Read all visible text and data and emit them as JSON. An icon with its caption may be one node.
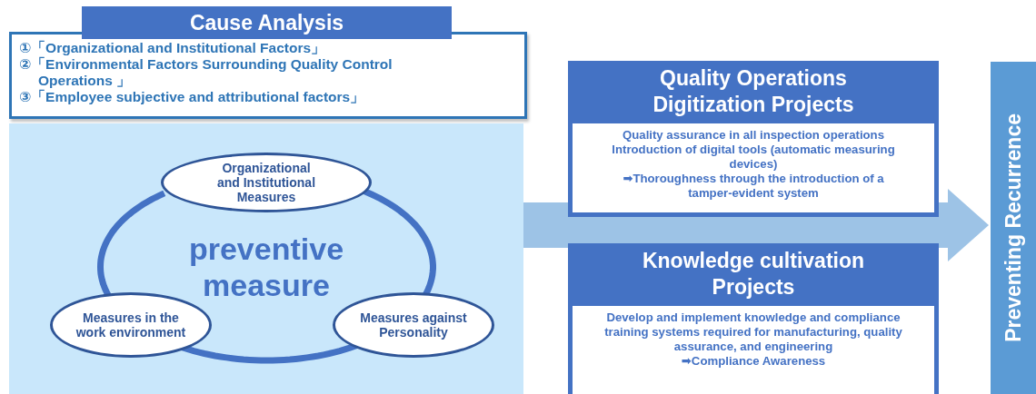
{
  "diagram": {
    "nodes": [
      {
        "text": [
          "Cause Analysis",
          "①「Organizational and Institutional Factors」",
          "②「Environmental Factors Surrounding Quality Control Operations 」",
          "③「Employee subjective and attributional factors」"
        ]
      },
      {
        "text": [],
        "shape": "box"
      },
      {
        "text": [
          "preventive measure"
        ],
        "in": 1
      },
      {
        "text": [
          "Organizational and Institutional Measures"
        ],
        "in": 1
      },
      {
        "text": [
          "Measures in the work environment"
        ],
        "in": 1
      },
      {
        "text": [
          "Measures against Personality"
        ],
        "in": 1
      },
      {
        "text": [
          "Quality Operations Digitization Projects",
          "Quality assurance in all inspection operations",
          "Introduction of digital tools (automatic measuring devices)",
          "➡Thoroughness through the introduction of a tamper-evident system"
        ]
      },
      {
        "text": [
          "Knowledge cultivation Projects",
          "Develop and implement knowledge and compliance training systems required for manufacturing, quality assurance, and engineering",
          "➡Compliance Awareness"
        ]
      },
      {
        "text": [
          "Preventing Recurrence"
        ]
      }
    ],
    "edges": [
      {
        "from": 1,
        "to": 8,
        "arrow": "to"
      }
    ]
  }
}
